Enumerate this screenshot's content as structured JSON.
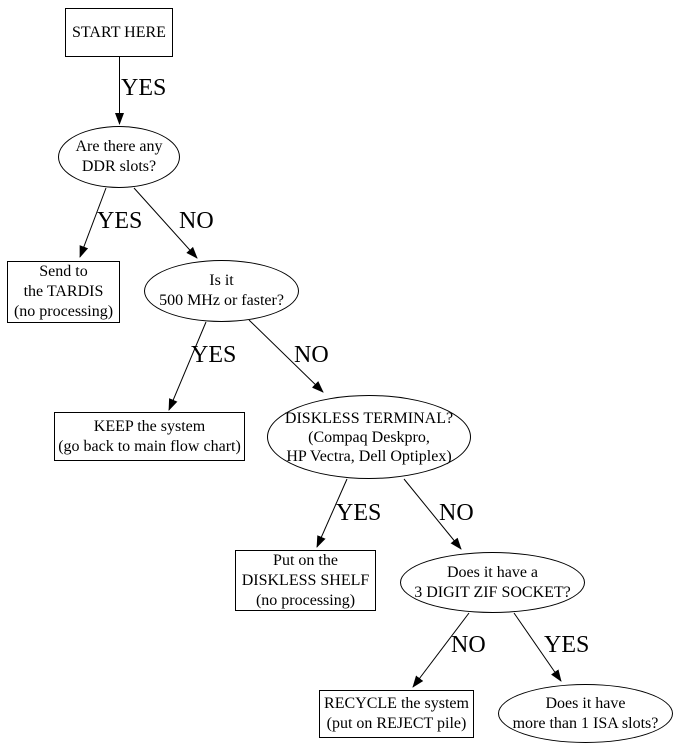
{
  "diagram": {
    "background_color": "#ffffff",
    "line_color": "#000000",
    "text_color": "#000000"
  },
  "nodes": {
    "start": {
      "shape": "rect",
      "lines": [
        "START HERE"
      ]
    },
    "ddr": {
      "shape": "ellipse",
      "lines": [
        "Are there any",
        "DDR slots?"
      ]
    },
    "tardis": {
      "shape": "rect",
      "lines": [
        "Send to",
        "the TARDIS",
        "(no processing)"
      ]
    },
    "mhz": {
      "shape": "ellipse",
      "lines": [
        "Is it",
        "500 MHz or faster?"
      ]
    },
    "keep": {
      "shape": "rect",
      "lines": [
        "KEEP the system",
        "(go back to main flow chart)"
      ]
    },
    "diskless": {
      "shape": "ellipse",
      "lines": [
        "DISKLESS TERMINAL?",
        "(Compaq Deskpro,",
        "HP Vectra, Dell Optiplex)"
      ]
    },
    "shelf": {
      "shape": "rect",
      "lines": [
        "Put on the",
        "DISKLESS SHELF",
        "(no processing)"
      ]
    },
    "zif": {
      "shape": "ellipse",
      "lines": [
        "Does it have a",
        "3 DIGIT ZIF SOCKET?"
      ]
    },
    "recycle": {
      "shape": "rect",
      "lines": [
        "RECYCLE the system",
        "(put on REJECT pile)"
      ]
    },
    "isa": {
      "shape": "ellipse",
      "lines": [
        "Does it have",
        "more than 1 ISA slots?"
      ]
    }
  },
  "edges": {
    "start_to_ddr": {
      "from": "start",
      "to": "ddr",
      "label": "YES"
    },
    "ddr_to_tardis": {
      "from": "ddr",
      "to": "tardis",
      "label": "YES"
    },
    "ddr_to_mhz": {
      "from": "ddr",
      "to": "mhz",
      "label": "NO"
    },
    "mhz_to_keep": {
      "from": "mhz",
      "to": "keep",
      "label": "YES"
    },
    "mhz_to_diskless": {
      "from": "mhz",
      "to": "diskless",
      "label": "NO"
    },
    "diskless_to_shelf": {
      "from": "diskless",
      "to": "shelf",
      "label": "YES"
    },
    "diskless_to_zif": {
      "from": "diskless",
      "to": "zif",
      "label": "NO"
    },
    "zif_to_recycle": {
      "from": "zif",
      "to": "recycle",
      "label": "NO"
    },
    "zif_to_isa": {
      "from": "zif",
      "to": "isa",
      "label": "YES"
    }
  }
}
